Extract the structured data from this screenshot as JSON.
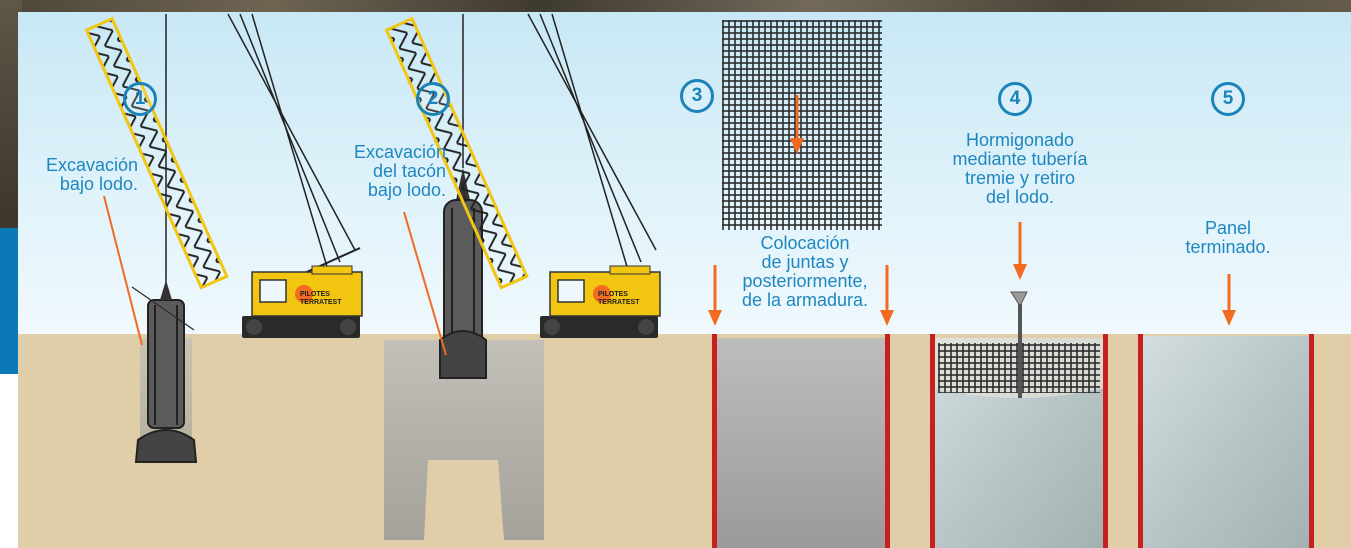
{
  "steps": [
    {
      "number": "1",
      "caption": "Excavación\nbajo lodo."
    },
    {
      "number": "2",
      "caption": "Excavación\ndel tacón\nbajo lodo."
    },
    {
      "number": "3",
      "caption": "Colocación\nde juntas y\nposteriormente,\nde la armadura."
    },
    {
      "number": "4",
      "caption": "Hormigonado\nmediante tubería\ntremie y retiro\ndel lodo."
    },
    {
      "number": "5",
      "caption": "Panel\nterminado."
    }
  ],
  "crane_logo": {
    "line1": "PILOTES",
    "line2": "TERRATEST"
  },
  "colors": {
    "accent_blue": "#1a83b8",
    "arrow_orange": "#f26b21",
    "joint_red": "#c8201e",
    "crane_yellow": "#f2c511",
    "soil": "#dfcea8",
    "slurry_grey": "#a9a9a7"
  }
}
